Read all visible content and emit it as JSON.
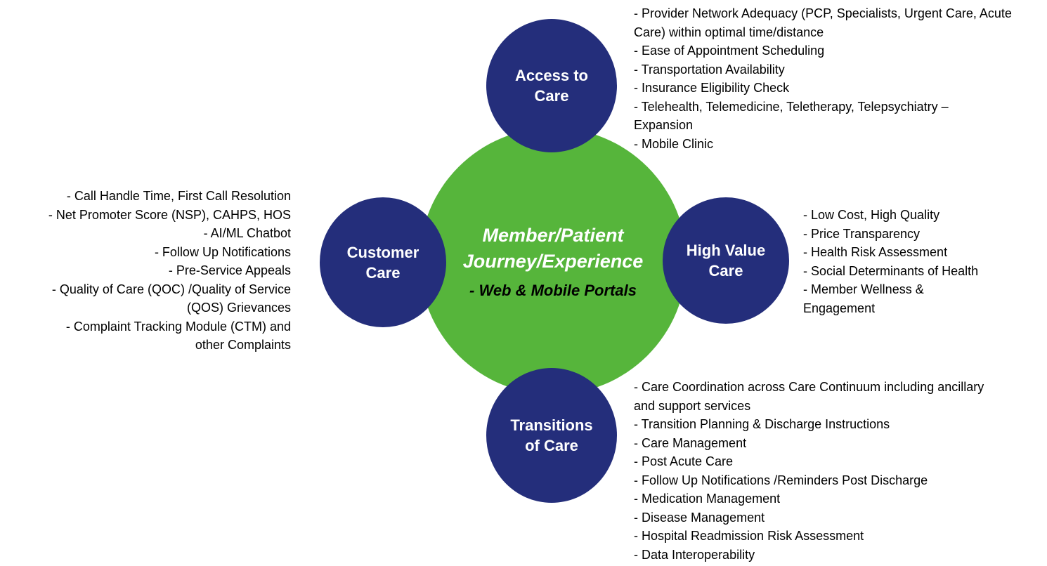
{
  "colors": {
    "background": "#FFFFFF",
    "node-blue": "#242E7B",
    "center-green": "#56B53B",
    "node-label-text": "#FFFFFF",
    "center-title-text": "#FFFFFF",
    "center-subtitle-text": "#000000",
    "list-text": "#000000"
  },
  "center": {
    "title": "Member/Patient\nJourney/Experience",
    "subtitle": "- Web & Mobile Portals"
  },
  "nodes": {
    "access_to_care": {
      "label": "Access to\nCare",
      "items": [
        "- Provider Network Adequacy (PCP, Specialists, Urgent Care, Acute\nCare) within optimal time/distance",
        "- Ease of Appointment Scheduling",
        "- Transportation Availability",
        "- Insurance Eligibility Check",
        "- Telehealth, Telemedicine, Teletherapy, Telepsychiatry –\nExpansion",
        "- Mobile Clinic"
      ]
    },
    "customer_care": {
      "label": "Customer\nCare",
      "items": [
        "- Call Handle Time, First Call Resolution",
        "- Net Promoter Score (NSP), CAHPS, HOS",
        "- AI/ML Chatbot",
        "- Follow Up Notifications",
        "- Pre-Service Appeals",
        "- Quality of Care (QOC) /Quality of Service\n(QOS) Grievances",
        "- Complaint Tracking Module (CTM) and\nother Complaints"
      ]
    },
    "high_value_care": {
      "label": "High Value\nCare",
      "items": [
        "- Low Cost, High Quality",
        "- Price Transparency",
        "- Health Risk Assessment",
        "- Social Determinants of Health",
        "- Member Wellness &\nEngagement"
      ]
    },
    "transitions_of_care": {
      "label": "Transitions\nof Care",
      "items": [
        "- Care Coordination across Care Continuum including ancillary\nand support services",
        "- Transition Planning & Discharge Instructions",
        "- Care Management",
        "- Post Acute Care",
        "- Follow Up Notifications /Reminders Post Discharge",
        "- Medication Management",
        "- Disease Management",
        "- Hospital Readmission Risk Assessment",
        "- Data Interoperability"
      ]
    }
  }
}
